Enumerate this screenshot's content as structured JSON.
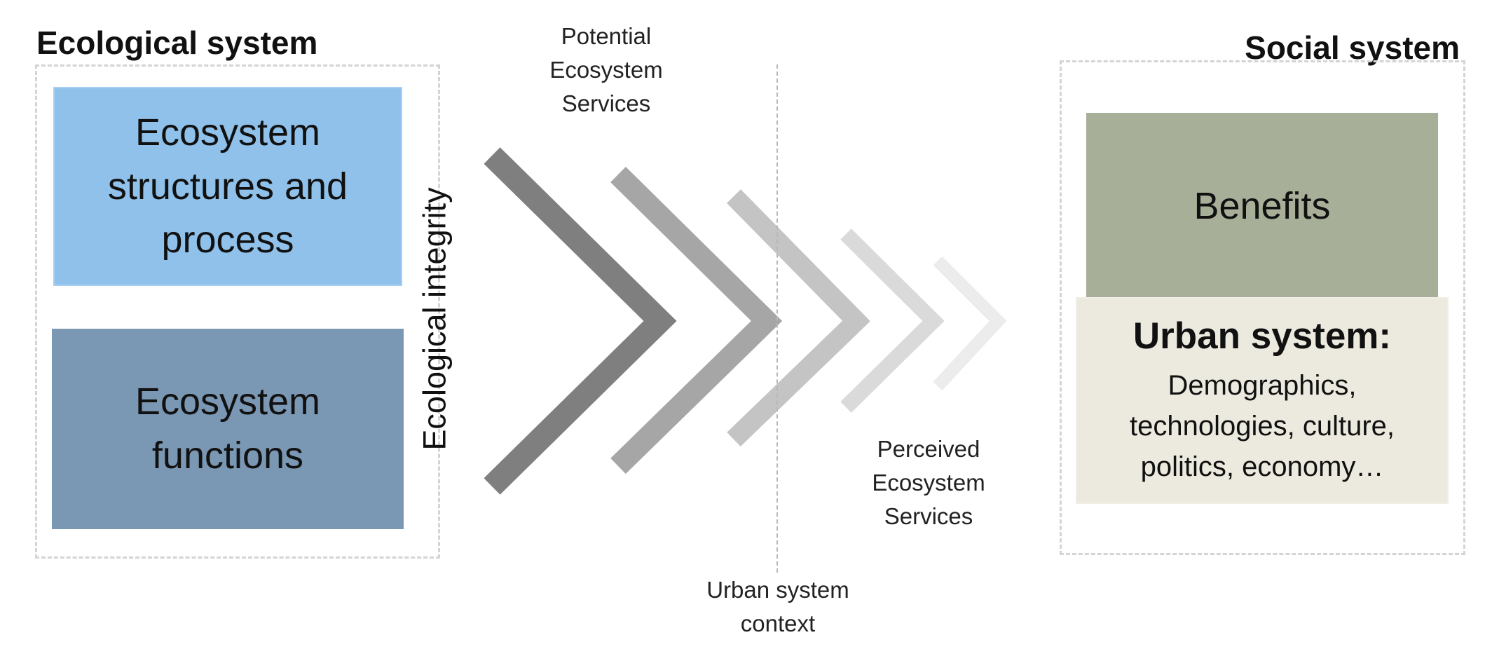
{
  "ecological": {
    "title": "Ecological system",
    "box_structures": "Ecosystem structures and process",
    "box_functions": "Ecosystem functions",
    "integrity_label": "Ecological integrity"
  },
  "flow": {
    "potential_label": "Potential Ecosystem Services",
    "perceived_label": "Perceived Ecosystem Services",
    "context_label": "Urban system context"
  },
  "social": {
    "title": "Social system",
    "benefits": "Benefits",
    "urban_title": "Urban system:",
    "urban_body": "Demographics, technologies, culture, politics, economy…"
  },
  "colors": {
    "structures_fill": "#8fc1ea",
    "functions_fill": "#7a97b3",
    "benefits_fill": "#a7af98",
    "urban_fill": "#eceadf",
    "chevron_shades": [
      "#7f7f7f",
      "#a6a6a6",
      "#c4c4c4",
      "#dadada",
      "#ececec"
    ]
  }
}
